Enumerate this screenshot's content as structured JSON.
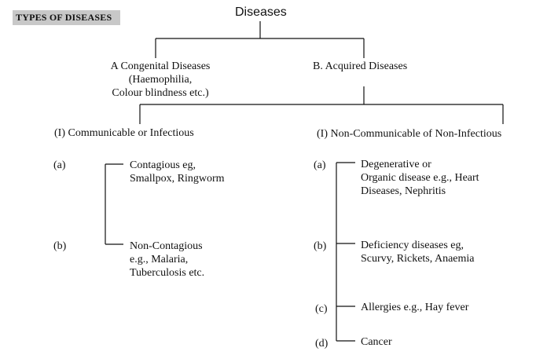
{
  "heading": "TYPES OF DISEASES",
  "root": "Diseases",
  "congenital": {
    "title": "A Congenital Diseases",
    "examples_line1": "(Haemophilia,",
    "examples_line2": "Colour blindness etc.)"
  },
  "acquired": {
    "title": "B.  Acquired Diseases"
  },
  "communicable": {
    "title": "(I) Communicable or Infectious",
    "items": [
      {
        "marker": "(a)",
        "lines": [
          "Contagious eg,",
          "Smallpox, Ringworm"
        ]
      },
      {
        "marker": "(b)",
        "lines": [
          "Non-Contagious",
          "e.g., Malaria,",
          "Tuberculosis etc."
        ]
      }
    ]
  },
  "non_communicable": {
    "title": "(I) Non-Communicable of Non-Infectious",
    "items": [
      {
        "marker": "(a)",
        "lines": [
          "Degenerative or",
          "Organic disease e.g., Heart",
          "Diseases, Nephritis"
        ]
      },
      {
        "marker": "(b)",
        "lines": [
          "Deficiency diseases eg,",
          "Scurvy, Rickets, Anaemia"
        ]
      },
      {
        "marker": "(c)",
        "lines": [
          "Allergies e.g., Hay fever"
        ]
      },
      {
        "marker": "(d)",
        "lines": [
          "Cancer"
        ]
      }
    ]
  }
}
